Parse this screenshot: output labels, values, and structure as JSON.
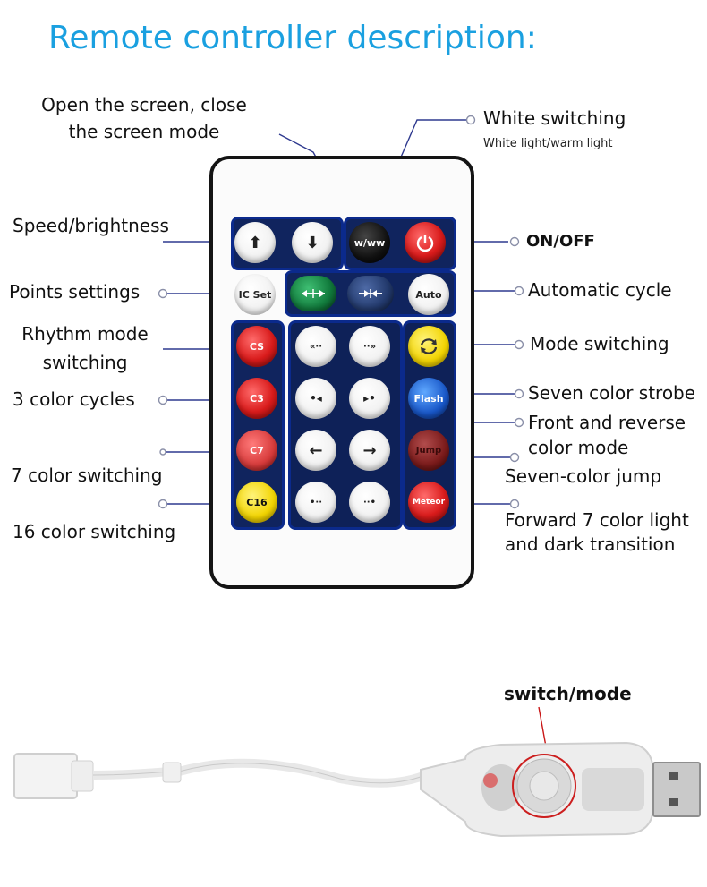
{
  "title": "Remote controller description:",
  "labels": {
    "open_screen_line1": "Open the screen, close",
    "open_screen_line2": "the screen mode",
    "white_switching": "White switching",
    "white_switching_sub": "White light/warm light",
    "speed_brightness": "Speed/brightness",
    "on_off": "ON/OFF",
    "points_settings": "Points settings",
    "automatic_cycle": "Automatic cycle",
    "rhythm_line1": "Rhythm mode",
    "rhythm_line2": "switching",
    "mode_switching": "Mode switching",
    "three_color": "3 color cycles",
    "seven_strobe": "Seven color strobe",
    "front_reverse_line1": "Front and reverse",
    "front_reverse_line2": "color mode",
    "seven_switching": "7 color switching",
    "seven_jump": "Seven-color jump",
    "sixteen_switching": "16 color switching",
    "forward_line1": "Forward 7 color light",
    "forward_line2": "and dark transition",
    "switch_mode": "switch/mode"
  },
  "buttons": {
    "up": "⬆",
    "down": "⬇",
    "www": "w/ww",
    "ic_set": "IC Set",
    "auto": "Auto",
    "cs": "CS",
    "c3": "C3",
    "c7": "C7",
    "c16": "C16",
    "flash": "Flash",
    "jump": "Jump",
    "meteor": "Meteor",
    "rew": "«··",
    "fwd": "··»",
    "dot_left": "•◂",
    "dot_right": "▸•",
    "arrow_left": "←",
    "arrow_right": "→",
    "dots_left": "•··",
    "dots_right": "··•"
  }
}
